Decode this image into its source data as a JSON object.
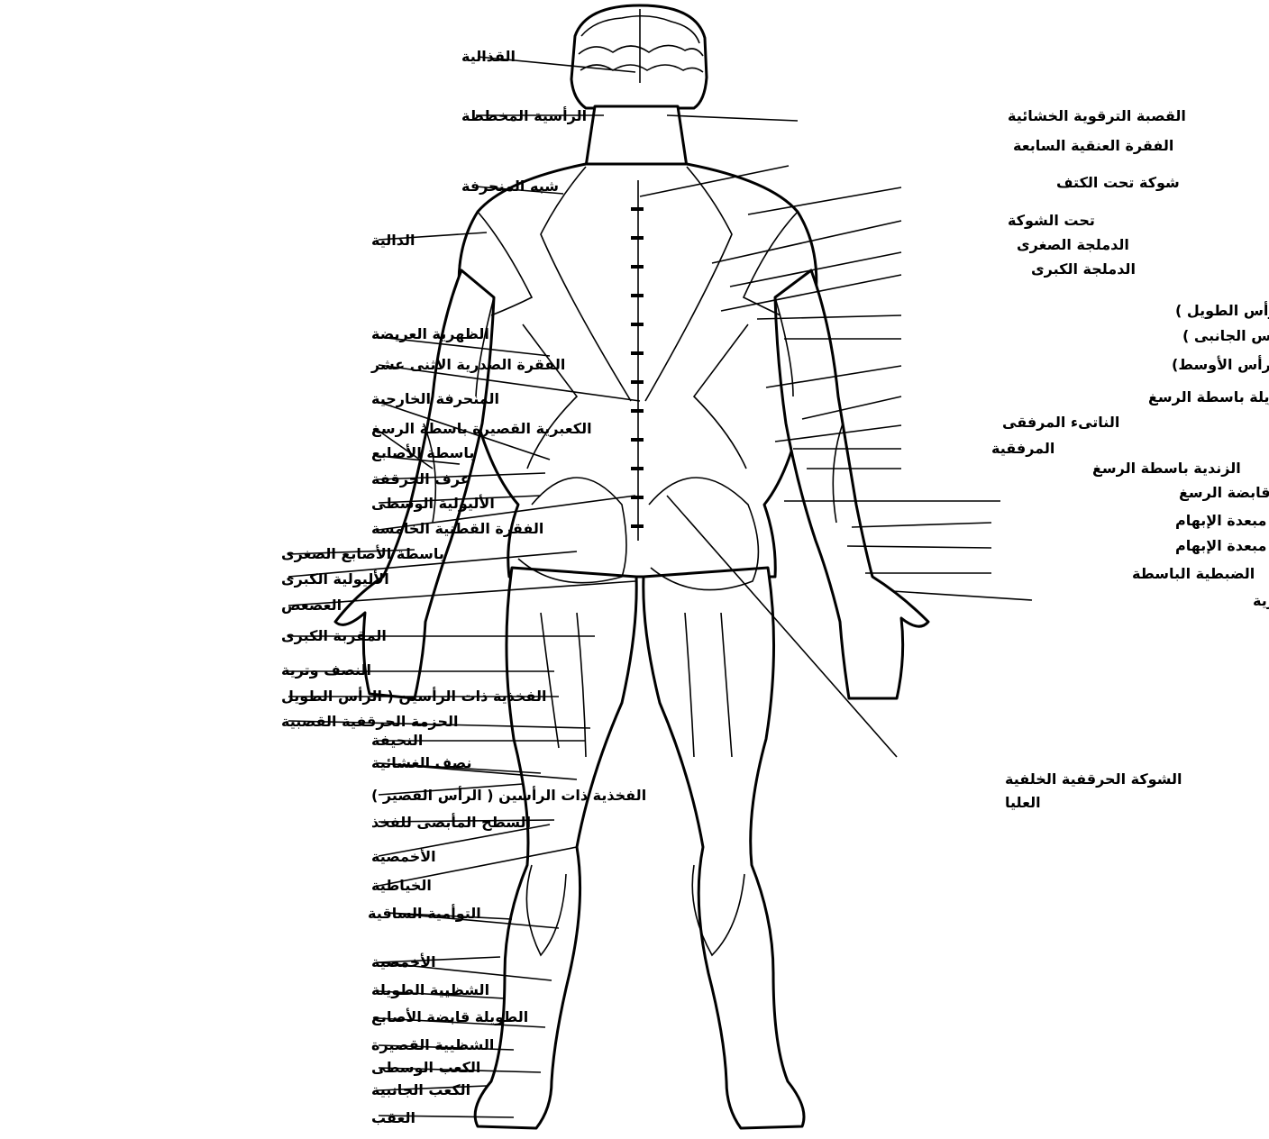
{
  "labels": {
    "left": [
      "القذالية",
      "الرأسية المخططة",
      "شبه المنحرفة",
      "الدالية",
      "الظهرية العريضة",
      "الفقرة الصدرية الاثنى عشر",
      "المنحرفة الخارجية",
      "الكعبرية القصيرة باسطة الرسغ",
      "باسطة الأصابع",
      "عرف الحرقفة",
      "الأليولية الوسطى",
      "الفقرة القطنية الخامسة",
      "باسطة الأصابع الصغرى",
      "الأليولية الكبرى",
      "العصعص",
      "المقربة الكبرى",
      "النصف وترية",
      "الفخذية ذات الرأسين ( الرأس الطويل",
      "الحزمة الحرقفية القصبية",
      "النحيفة",
      "نصف الغشائية",
      "الفخذية ذات الرأسين ( الرأس القصير )",
      "السطح المأبضى للفخذ",
      "الأخمصية",
      "الخياطية",
      "التوأمية الساقية",
      "الأخمصية",
      "الشظيية الطويلة",
      "الطويلة قابضة الأصابع",
      "الشظيية القصيرة",
      "الكعب الوسطى",
      "الكعب الجانبية",
      "العقب"
    ],
    "right": [
      "القصبة الترقوية الخشائية",
      "الفقرة العنقية السابعة",
      "شوكة تحت الكتف",
      "تحت الشوكة",
      "الدملجة الصغرى",
      "الدملجة الكبرى",
      "الثلاثة الرؤوس ( الرأس الطويل )",
      "الثلاثة الرؤوس ( الرأس الجانبى )",
      "الثلاثة الرؤوس ( الرأس الأوسط)",
      "الكعبرية الطويلة باسطة الرسغ",
      "الناتىء المرفقى",
      "المرفقية",
      "الزندية باسطة الرسغ",
      "الزندية قابضة الرسغ",
      "الطويلة مبعدة الإبهام",
      "القصيرة مبعدة الإبهام",
      "الضبطية الباسطة",
      "عضلة بين عظمين الظهرية"
    ],
    "bottom_right": [
      "الشوكة الحرقفية الخلفية",
      "العليا"
    ]
  }
}
